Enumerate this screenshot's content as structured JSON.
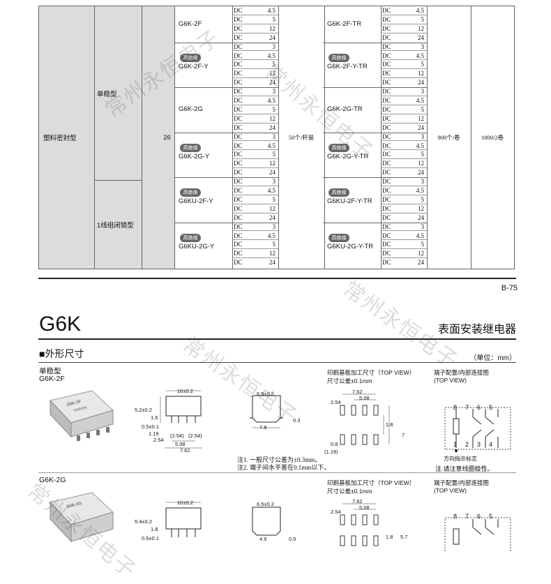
{
  "table": {
    "category": "塑料密封型",
    "subtypes": [
      "单稳型",
      "1线组闭锁型"
    ],
    "terminal_count": "26",
    "pack_tube": "50个/杆装",
    "pack_reel": "900个/卷",
    "pack_reel_total": "1800/2卷",
    "badge_text": "高绝缘",
    "dc_prefix": "DC",
    "left_models": [
      {
        "name": "G6K-2F",
        "badge": false,
        "voltages": [
          "4.5",
          "5",
          "12",
          "24"
        ]
      },
      {
        "name": "G6K-2F-Y",
        "badge": true,
        "voltages": [
          "3",
          "4.5",
          "5",
          "12",
          "24"
        ]
      },
      {
        "name": "G6K-2G",
        "badge": false,
        "voltages": [
          "3",
          "4.5",
          "5",
          "12",
          "24"
        ]
      },
      {
        "name": "G6K-2G-Y",
        "badge": true,
        "voltages": [
          "3",
          "4.5",
          "5",
          "12",
          "24"
        ]
      },
      {
        "name": "G6KU-2F-Y",
        "badge": true,
        "voltages": [
          "3",
          "4.5",
          "5",
          "12",
          "24"
        ]
      },
      {
        "name": "G6KU-2G-Y",
        "badge": true,
        "voltages": [
          "3",
          "4.5",
          "5",
          "12",
          "24"
        ]
      }
    ],
    "right_models": [
      {
        "name": "G6K-2F-TR",
        "badge": false,
        "voltages": [
          "4.5",
          "5",
          "12",
          "24"
        ]
      },
      {
        "name": "G6K-2F-Y-TR",
        "badge": true,
        "voltages": [
          "3",
          "4.5",
          "5",
          "12",
          "24"
        ]
      },
      {
        "name": "G6K-2G-TR",
        "badge": false,
        "voltages": [
          "3",
          "4.5",
          "5",
          "12",
          "24"
        ]
      },
      {
        "name": "G6K-2G-Y-TR",
        "badge": true,
        "voltages": [
          "3",
          "4.5",
          "5",
          "12",
          "24"
        ]
      },
      {
        "name": "G6KU-2F-Y-TR",
        "badge": true,
        "voltages": [
          "3",
          "4.5",
          "5",
          "12",
          "24"
        ]
      },
      {
        "name": "G6KU-2G-Y-TR",
        "badge": true,
        "voltages": [
          "3",
          "4.5",
          "5",
          "12",
          "24"
        ]
      }
    ]
  },
  "page_number": "B-75",
  "header": {
    "model": "G6K",
    "title": "表面安装继电器"
  },
  "section": {
    "title": "■外形尺寸",
    "unit": "（单位：mm）"
  },
  "g6k2f": {
    "type_label": "单稳型",
    "model_label": "G6K-2F",
    "pcb_title": "印刷基板加工尺寸（TOP VIEW）",
    "pcb_tol": "尺寸公差±0.1mm",
    "term_title": "端子配置/内部连接图",
    "term_view": "(TOP VIEW)",
    "note1": "注1. 一般尺寸公差为±0.3mm。",
    "note2": "注2. 端子间水平差在0.1mm以下。",
    "dir_label": "方向指示标志",
    "dir_note": "注.请注意线圈极性。",
    "dims_side": [
      "10±0.2",
      "5.2±0.2",
      "1.6",
      "0.5±0.1",
      "1.19",
      "2.54",
      "(2.54)",
      "(2.54)",
      "5.08",
      "7.62"
    ],
    "dims_end": [
      "6.5±0.2",
      "7.8",
      "0.3"
    ],
    "dims_pcb": [
      "7.62",
      "5.08",
      "2.54",
      "1.8",
      "7",
      "0.8",
      "(1.19)"
    ],
    "pins_top": [
      "8",
      "7",
      "6",
      "5"
    ],
    "pins_bot": [
      "1",
      "2",
      "3",
      "4"
    ]
  },
  "g6k2g": {
    "model_label": "G6K-2G",
    "pcb_title": "印刷基板加工尺寸（TOP VIEW）",
    "pcb_tol": "尺寸公差±0.1mm",
    "term_title": "端子配置/内部连接图",
    "term_view": "(TOP VIEW)",
    "dims_side": [
      "10±0.2",
      "5.4±0.2",
      "1.8",
      "0.5±0.1"
    ],
    "dims_end": [
      "6.5±0.2",
      "4.9",
      "0.5"
    ],
    "dims_pcb": [
      "7.62",
      "5.08",
      "2.54",
      "1.8",
      "5.7"
    ],
    "pins_top": [
      "8",
      "7",
      "6",
      "5"
    ]
  },
  "watermark": "常州永恒电子"
}
